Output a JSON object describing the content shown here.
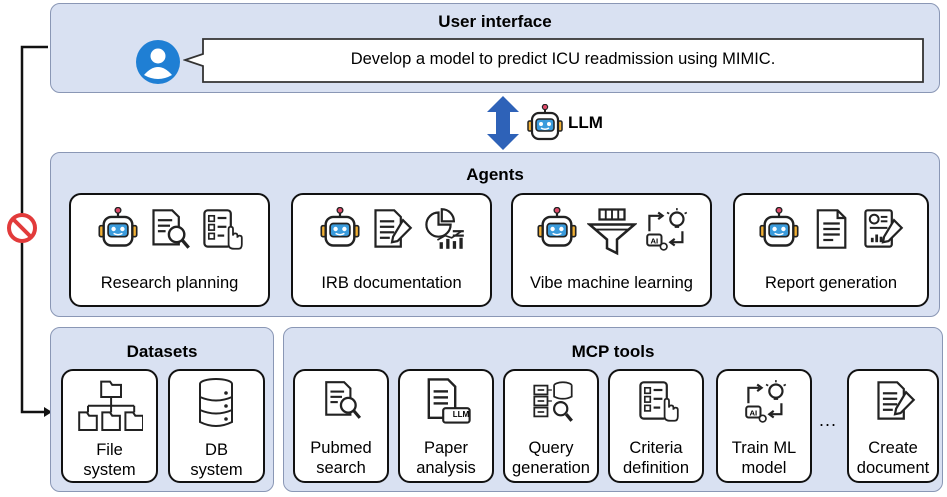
{
  "user_interface": {
    "title": "User interface",
    "prompt": "Develop a model to predict ICU readmission using MIMIC."
  },
  "llm_label": "LLM",
  "agents": {
    "title": "Agents",
    "items": [
      {
        "label": "Research planning"
      },
      {
        "label": "IRB documentation"
      },
      {
        "label": "Vibe machine learning"
      },
      {
        "label": "Report generation"
      }
    ]
  },
  "datasets": {
    "title": "Datasets",
    "items": [
      {
        "line1": "File",
        "line2": "system"
      },
      {
        "line1": "DB",
        "line2": "system"
      }
    ]
  },
  "mcp_tools": {
    "title": "MCP tools",
    "items": [
      {
        "line1": "Pubmed",
        "line2": "search"
      },
      {
        "line1": "Paper",
        "line2": "analysis"
      },
      {
        "line1": "Query",
        "line2": "generation"
      },
      {
        "line1": "Criteria",
        "line2": "definition"
      },
      {
        "line1": "Train ML",
        "line2": "model"
      },
      {
        "line1": "Create",
        "line2": "document"
      }
    ],
    "ellipsis": "...",
    "llm_badge": "LLM",
    "ai_badge": "AI"
  },
  "colors": {
    "panel_fill": "#d9e1f2",
    "panel_border": "#8a97b5",
    "user_icon": "#1f7fd4",
    "arrow_blue": "#2e62b8",
    "prohibited_red": "#e23b3b"
  }
}
